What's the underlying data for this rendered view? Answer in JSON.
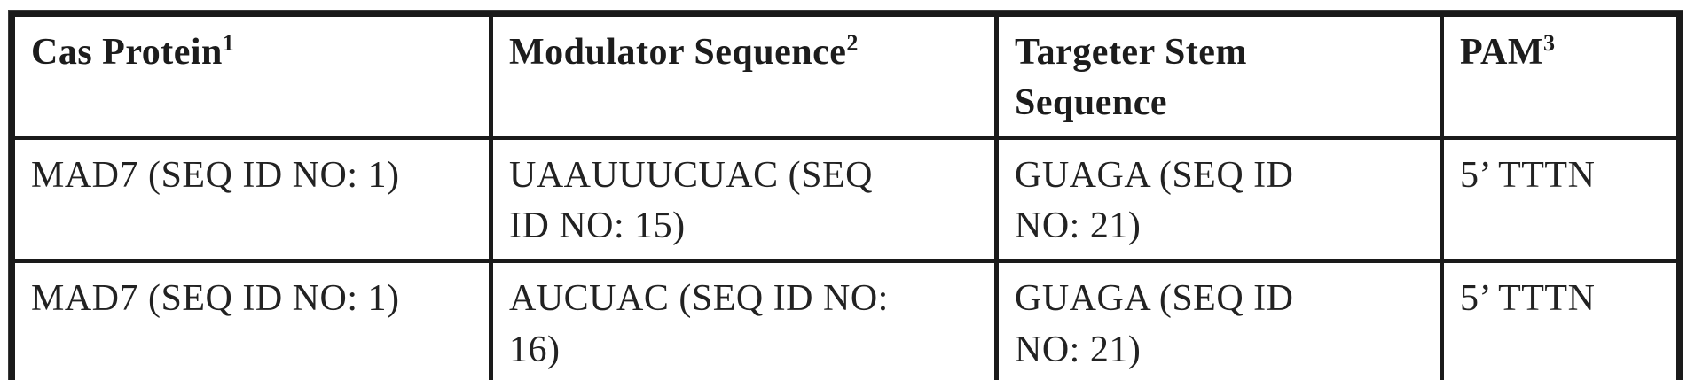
{
  "table": {
    "name": "crispr-guide-sequence-table",
    "columns": [
      {
        "label": "Cas Protein",
        "sup": "1"
      },
      {
        "label": "Modulator Sequence",
        "sup": "2"
      },
      {
        "label": "Targeter Stem\nSequence",
        "sup": ""
      },
      {
        "label": "PAM",
        "sup": "3"
      }
    ],
    "rows": [
      {
        "cas_protein": "MAD7 (SEQ ID NO: 1)",
        "modulator_sequence": "UAAUUUCUAC (SEQ\nID NO: 15)",
        "targeter_stem_sequence": "GUAGA (SEQ ID\nNO: 21)",
        "pam": "5’ TTTN"
      },
      {
        "cas_protein": "MAD7 (SEQ ID NO: 1)",
        "modulator_sequence": "AUCUAC (SEQ ID NO:\n16)",
        "targeter_stem_sequence": "GUAGA (SEQ ID\nNO: 21)",
        "pam": "5’ TTTN"
      }
    ]
  }
}
